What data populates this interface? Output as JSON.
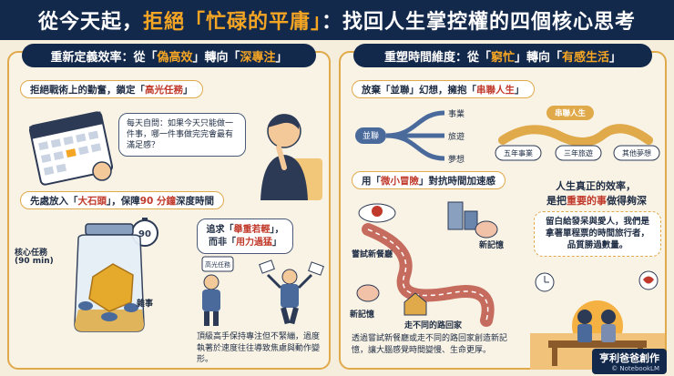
{
  "header": {
    "title_prefix": "從今天起，",
    "title_highlight": "拒絕「忙碌的平庸」",
    "title_suffix": "：找回人生掌控權的四個核心思考"
  },
  "left": {
    "title_a": "重新定義效率：從「",
    "title_hl1": "偽高效",
    "title_b": "」轉向「",
    "title_hl2": "深專注",
    "title_c": "」",
    "sec1_a": "拒絕戰術上的勤奮，鎖定「",
    "sec1_hl": "高光任務",
    "sec1_b": "」",
    "bubble1": "每天自問：如果今天只能做一件事，哪一件事做完完會最有滿足感？",
    "sec2_a": "先處放入「",
    "sec2_hl": "大石頭",
    "sec2_b": "」，保障 ",
    "sec2_hl2": "90 分鐘",
    "sec2_c": "深度時間",
    "timer_label": "90",
    "bubble2_a": "追求「",
    "bubble2_hl1": "舉重若輕",
    "bubble2_b": "」，",
    "bubble2_c": "而非「",
    "bubble2_hl2": "用力過猛",
    "bubble2_d": "」",
    "core_task": "核心任務",
    "core_time": "(90 min)",
    "misc": "雜事",
    "note_task": "高光任務",
    "caption": "頂級高手保持專注但不緊繃，過度執著於速度往往導致焦慮與動作變形。"
  },
  "right": {
    "title_a": "重塑時間維度：從「",
    "title_hl1": "窮忙",
    "title_b": "」轉向「",
    "title_hl2": "有感生活",
    "title_c": "」",
    "sec1_a": "放棄「並聯」幻想，擁抱「",
    "sec1_hl": "串聯人生",
    "sec1_b": "」",
    "parallel": "並聯",
    "branches": [
      "事業",
      "旅遊",
      "夢想"
    ],
    "serial_label": "串聯人生",
    "serial_steps": [
      "五年事業",
      "三年旅遊",
      "其他夢想"
    ],
    "sec2_a": "用「",
    "sec2_hl": "微小冒險",
    "sec2_b": "」對抗時間加速感",
    "quote1": "人生真正的效率，",
    "quote2_a": "是把",
    "quote2_hl": "重要的事",
    "quote2_b": "做得夠深",
    "bubble": "留白給發呆與愛人，我們是拿著單程票的時間旅行者，品質勝過數量。",
    "try_food": "嘗試新餐廳",
    "new_memory1": "新記憶",
    "new_memory2": "新記憶",
    "new_route": "走不同的路回家",
    "caption": "透過嘗試新餐廳或走不同的路回家創造新記憶，讓大腦感覺時間變慢、生命更厚。"
  },
  "brand": {
    "name": "亨利爸爸創作",
    "sub": "© NotebookLM"
  },
  "colors": {
    "navy": "#13294b",
    "gold": "#f5a524",
    "red": "#c0392b",
    "cream": "#f6eedd"
  }
}
